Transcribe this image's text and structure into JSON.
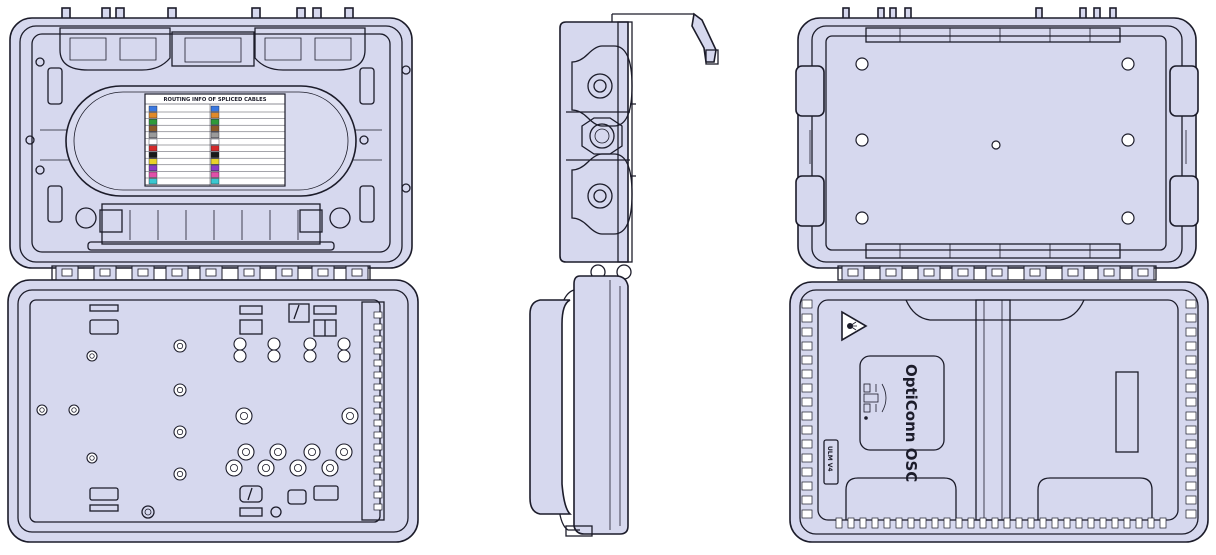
{
  "colors": {
    "outline": "#1c1c2a",
    "shell_fill": "#d6d8ee",
    "cavity_fill": "#c5c8e4",
    "panel_fill": "#e9eaf5",
    "accent_blue": "#4a72d8",
    "paper": "#ffffff"
  },
  "views": {
    "left": {
      "label_sheet": {
        "title": "ROUTING INFO OF SPLICED CABLES",
        "swatches": [
          "#3a78e0",
          "#e08a2a",
          "#2e9a3a",
          "#8a5a2a",
          "#9a9a9a",
          "#ffffff",
          "#d42a2a",
          "#1a1a1a",
          "#e8d22a",
          "#8a3ac8",
          "#e050a8",
          "#3ac8d0"
        ]
      }
    },
    "right": {
      "brand_text": "OptiConn OSC",
      "model_badge": "ULM V4",
      "warning_icon": "laser-warning-icon",
      "logo": "tri-dot-logo-icon"
    }
  }
}
